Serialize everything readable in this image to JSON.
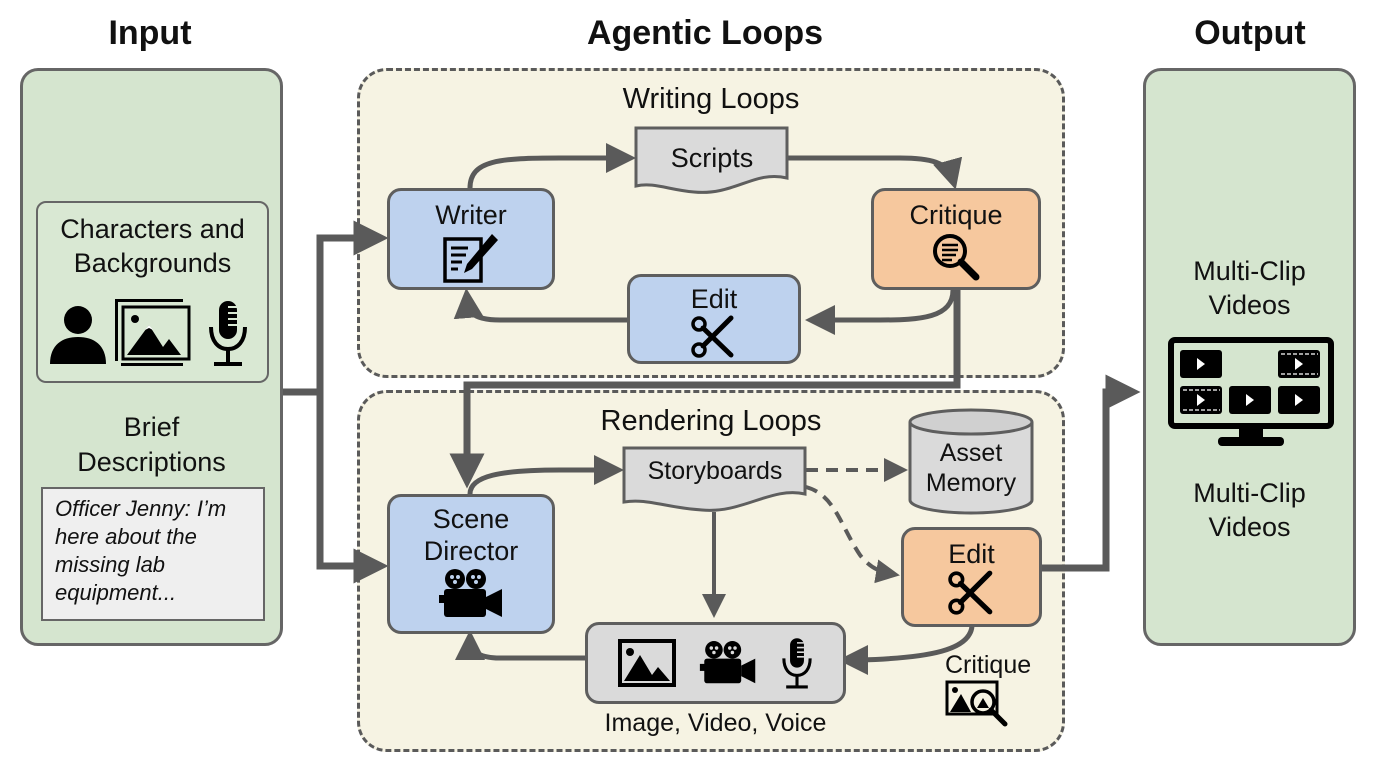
{
  "headings": {
    "input": "Input",
    "agentic_loops": "Agentic Loops",
    "output": "Output"
  },
  "input_panel": {
    "characters_title": "Characters and Backgrounds",
    "characters_title_line1": "Characters and",
    "characters_title_line2": "Backgrounds",
    "icons": [
      "person-icon",
      "image-gallery-icon",
      "microphone-icon"
    ],
    "brief_title_line1": "Brief",
    "brief_title_line2": "Descriptions",
    "brief_text_lines": [
      "Officer Jenny: I’m",
      "here about the",
      "missing lab",
      "equipment..."
    ]
  },
  "writing_loops": {
    "title": "Writing Loops",
    "writer": {
      "label": "Writer",
      "icon": "edit-document-icon"
    },
    "scripts": {
      "label": "Scripts",
      "icon": "document-shape"
    },
    "critique": {
      "label": "Critique",
      "icon": "magnify-document-icon"
    },
    "edit": {
      "label": "Edit",
      "icon": "scissors-icon"
    }
  },
  "rendering_loops": {
    "title": "Rendering Loops",
    "scene_director": {
      "label_line1": "Scene",
      "label_line2": "Director",
      "icon": "movie-camera-icon"
    },
    "storyboards": {
      "label": "Storyboards"
    },
    "asset_memory": {
      "label_line1": "Asset",
      "label_line2": "Memory",
      "icon": "database-cylinder"
    },
    "edit": {
      "label": "Edit",
      "icon": "scissors-icon"
    },
    "critique": {
      "label": "Critique",
      "icon": "image-search-icon"
    },
    "generators": {
      "label": "Image, Video, Voice",
      "icons": [
        "image-icon",
        "movie-camera-icon",
        "microphone-icon"
      ]
    }
  },
  "output_panel": {
    "title_line1": "Multi-Clip",
    "title_line2": "Videos",
    "caption_line1": "Multi-Clip",
    "caption_line2": "Videos",
    "icon": "monitor-video-grid-icon"
  },
  "colors": {
    "panel_green": "#d5e5cf",
    "group_cream": "#f6f3e3",
    "node_blue": "#bed2ee",
    "node_orange": "#f6c89e",
    "node_gray": "#dadada",
    "wire": "#5a5a5a"
  }
}
